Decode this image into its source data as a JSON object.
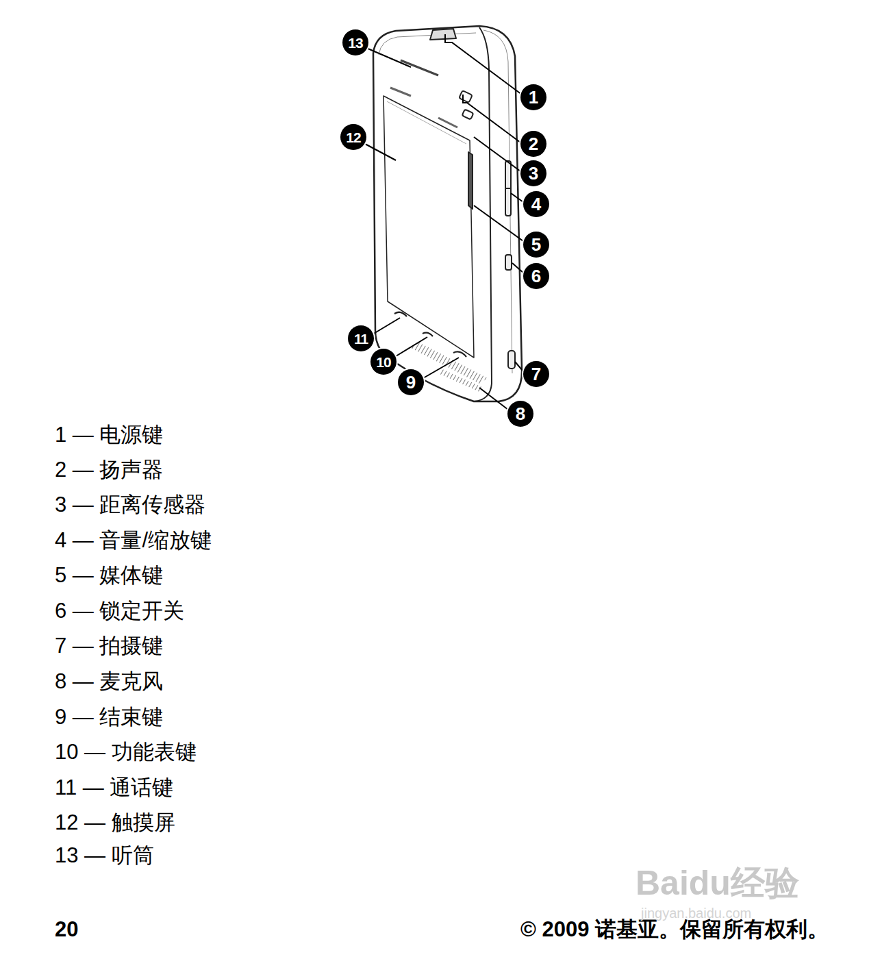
{
  "diagram": {
    "nodes": [
      {
        "text": [
          "13"
        ]
      },
      {
        "text": [
          "1"
        ]
      },
      {
        "text": [
          "12"
        ]
      },
      {
        "text": [
          "2"
        ]
      },
      {
        "text": [
          "3"
        ]
      },
      {
        "text": [
          "4"
        ]
      },
      {
        "text": [
          "5"
        ]
      },
      {
        "text": [
          "6"
        ]
      },
      {
        "text": [
          "11"
        ]
      },
      {
        "text": [
          "10"
        ]
      },
      {
        "text": [
          "7"
        ]
      },
      {
        "text": [
          "9"
        ]
      },
      {
        "text": [
          "8"
        ]
      }
    ],
    "labels": [
      "1 — 电源键",
      "2 — 扬声器",
      "3 — 距离传感器",
      "4 — 音量/缩放键",
      "5 — 媒体键",
      "6 — 锁定开关",
      "7 — 拍摄键",
      "8 — 麦克风",
      "9 — 结束键",
      "10 — 功能表键",
      "11 — 通话键",
      "12 — 触摸屏",
      "13 — 听筒",
      "20",
      "© 2009 诺基亚。保留所有权利。",
      "Baidu经验",
      "jingyan.baidu.com"
    ]
  }
}
